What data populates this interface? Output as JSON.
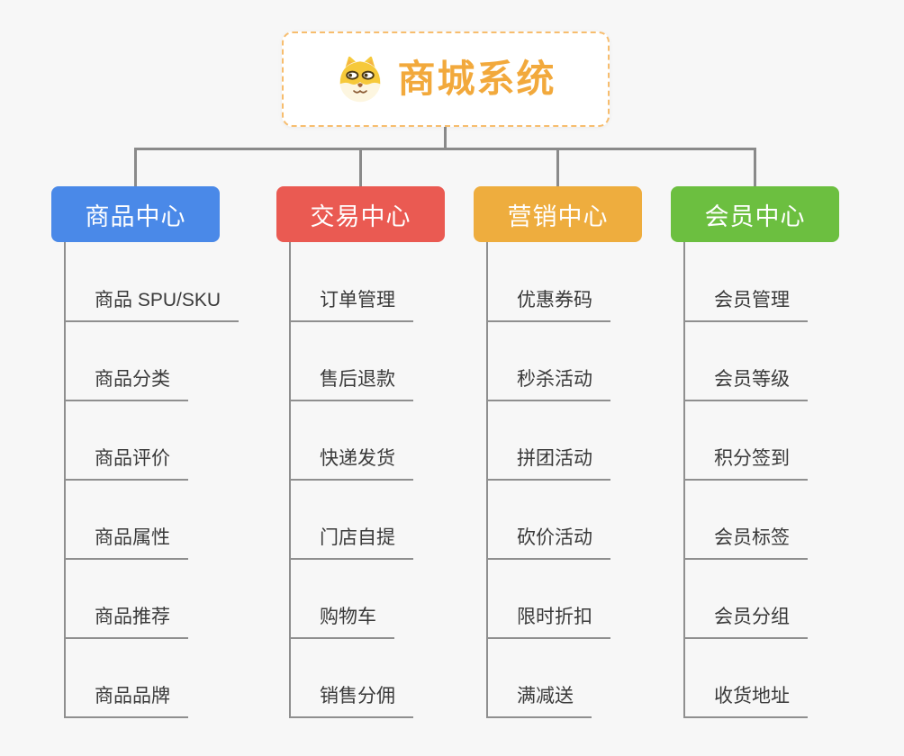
{
  "root": {
    "title": "商城系统",
    "icon": "dog-face-icon",
    "title_color": "#f2a93c",
    "border_color": "#f7bd6e"
  },
  "connector_color": "#8a8a8a",
  "branches": [
    {
      "label": "商品中心",
      "color": "#4a89e8",
      "items": [
        "商品 SPU/SKU",
        "商品分类",
        "商品评价",
        "商品属性",
        "商品推荐",
        "商品品牌"
      ]
    },
    {
      "label": "交易中心",
      "color": "#ea5a52",
      "items": [
        "订单管理",
        "售后退款",
        "快递发货",
        "门店自提",
        "购物车",
        "销售分佣"
      ]
    },
    {
      "label": "营销中心",
      "color": "#eead3e",
      "items": [
        "优惠券码",
        "秒杀活动",
        "拼团活动",
        "砍价活动",
        "限时折扣",
        "满减送"
      ]
    },
    {
      "label": "会员中心",
      "color": "#6cbf40",
      "items": [
        "会员管理",
        "会员等级",
        "积分签到",
        "会员标签",
        "会员分组",
        "收货地址"
      ]
    }
  ]
}
